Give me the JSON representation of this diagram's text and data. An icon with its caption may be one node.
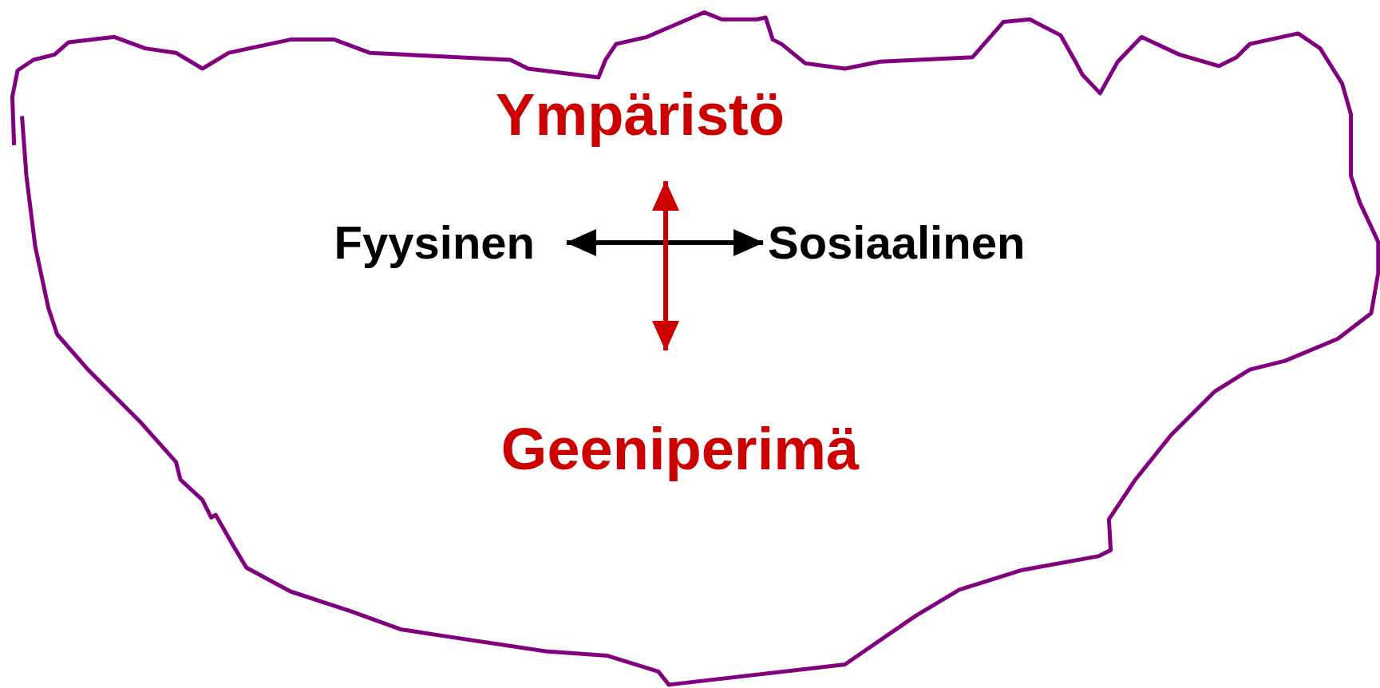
{
  "diagram": {
    "nodes": [
      {
        "text": [],
        "shape": "cloud"
      },
      {
        "text": [
          "Ympäristö"
        ],
        "in": 0
      },
      {
        "text": [
          "Fyysinen"
        ],
        "in": 0
      },
      {
        "text": [
          "Sosiaalinen"
        ],
        "in": 0
      },
      {
        "text": [
          "Geeniperimä"
        ],
        "in": 0
      }
    ],
    "edges": [
      {
        "from": 2,
        "to": 3,
        "arrow": "both"
      },
      {
        "from": 1,
        "to": 4,
        "arrow": "both",
        "color": "#cc0000"
      }
    ]
  }
}
